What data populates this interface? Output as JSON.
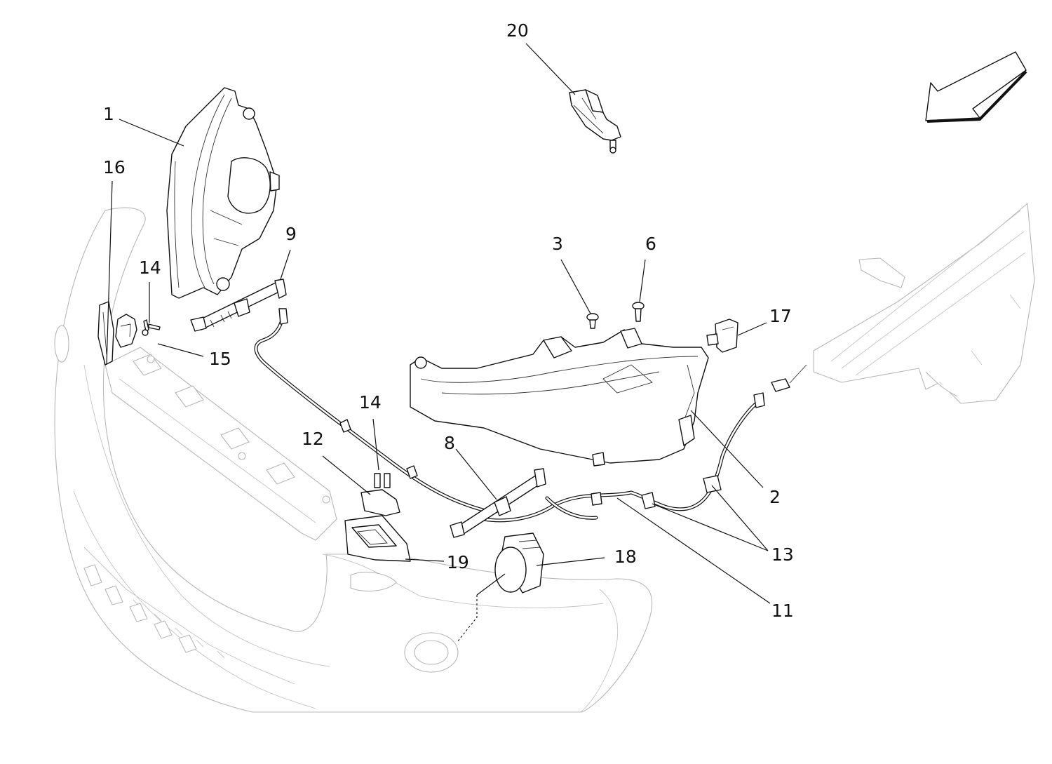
{
  "callouts": [
    {
      "id": "1",
      "text": "1"
    },
    {
      "id": "2",
      "text": "2"
    },
    {
      "id": "3",
      "text": "3"
    },
    {
      "id": "6",
      "text": "6"
    },
    {
      "id": "8",
      "text": "8"
    },
    {
      "id": "9",
      "text": "9"
    },
    {
      "id": "11",
      "text": "11"
    },
    {
      "id": "12",
      "text": "12"
    },
    {
      "id": "13",
      "text": "13"
    },
    {
      "id": "14a",
      "text": "14"
    },
    {
      "id": "14b",
      "text": "14"
    },
    {
      "id": "15",
      "text": "15"
    },
    {
      "id": "16",
      "text": "16"
    },
    {
      "id": "17",
      "text": "17"
    },
    {
      "id": "18",
      "text": "18"
    },
    {
      "id": "19",
      "text": "19"
    },
    {
      "id": "20",
      "text": "20"
    }
  ],
  "orientation_arrow": {
    "icon": "direction-arrow-icon",
    "direction": "down-left"
  },
  "colors": {
    "line": "#111111",
    "ghost": "#b8b8b8",
    "background": "#ffffff"
  }
}
